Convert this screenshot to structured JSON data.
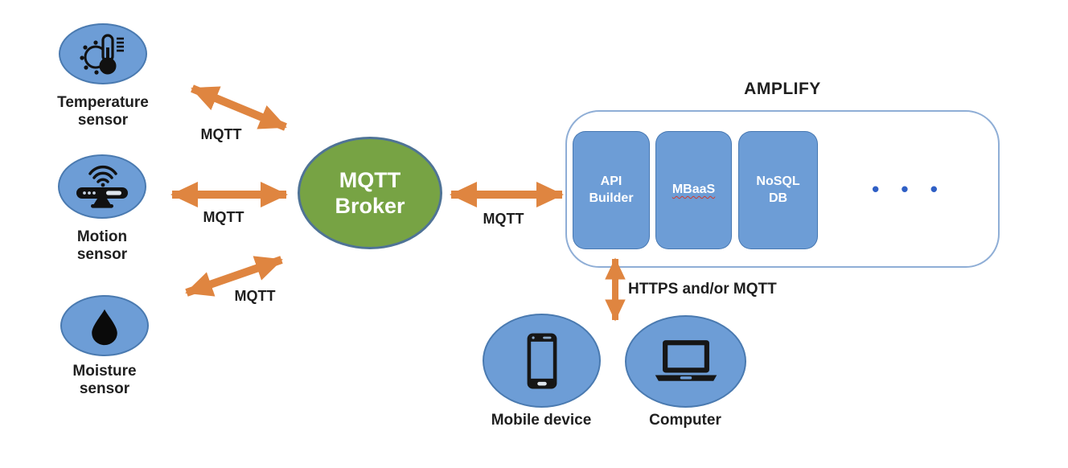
{
  "colors": {
    "node_blue": "#6D9DD6",
    "node_border_blue": "#4a7ab0",
    "broker_green": "#77A344",
    "broker_border": "#4F7396",
    "arrow_orange": "#DF8540",
    "amplify_border": "#8FAED6",
    "ellipsis_blue": "#2F5FC5",
    "text_dark": "#1f1f1f"
  },
  "sensors": [
    {
      "label": "Temperature\nsensor",
      "icon": "temperature-sensor-icon"
    },
    {
      "label": "Motion\nsensor",
      "icon": "motion-sensor-icon"
    },
    {
      "label": "Moisture\nsensor",
      "icon": "moisture-sensor-icon"
    }
  ],
  "broker": {
    "label": "MQTT\nBroker"
  },
  "connections": {
    "temperature_broker": "MQTT",
    "motion_broker": "MQTT",
    "moisture_broker": "MQTT",
    "broker_amplify": "MQTT",
    "amplify_devices": "HTTPS and/or MQTT"
  },
  "amplify": {
    "title": "AMPLIFY",
    "components": [
      {
        "label": "API\nBuilder"
      },
      {
        "label": "MBaaS"
      },
      {
        "label": "NoSQL\nDB"
      }
    ],
    "ellipsis": "• • •"
  },
  "devices": [
    {
      "label": "Mobile device",
      "icon": "mobile-device-icon"
    },
    {
      "label": "Computer",
      "icon": "computer-icon"
    }
  ]
}
